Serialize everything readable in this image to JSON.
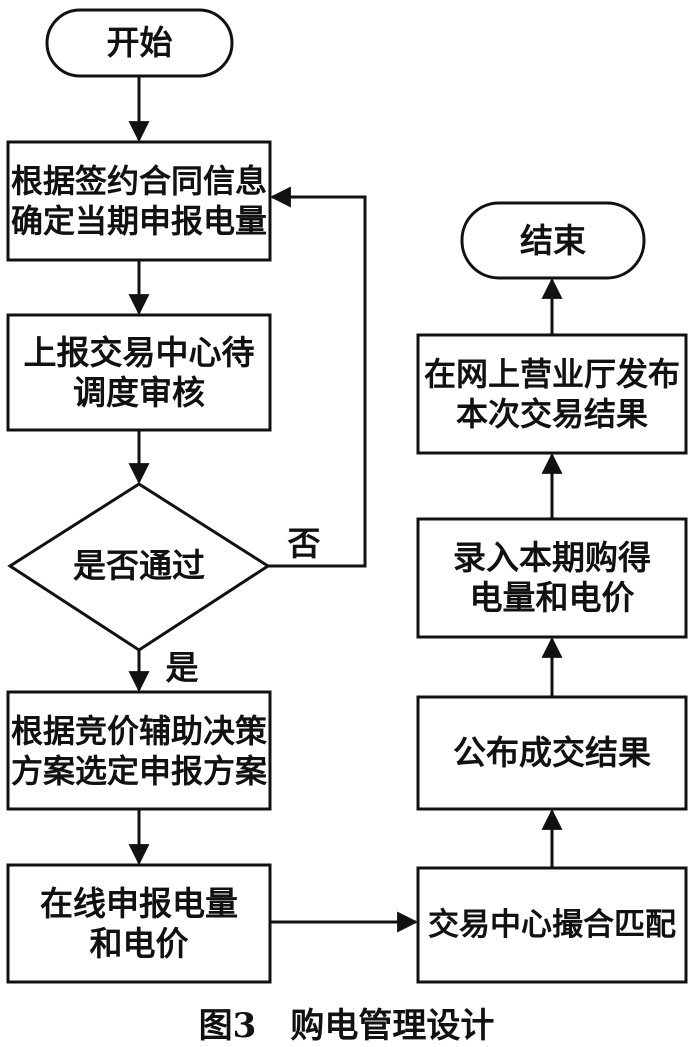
{
  "flowchart": {
    "start": "开始",
    "step_sign_contract": "根据签约合同信息\n确定当期申报电量",
    "step_submit_center": "上报交易中心待\n调度审核",
    "decision_pass": "是否通过",
    "label_no": "否",
    "label_yes": "是",
    "step_select_plan": "根据竞价辅助决策\n方案选定申报方案",
    "step_online_declare": "在线申报电量\n和电价",
    "step_match": "交易中心撮合匹配",
    "step_publish_result": "公布成交结果",
    "step_record": "录入本期购得\n电量和电价",
    "step_release": "在网上营业厅发布\n本次交易结果",
    "end": "结束"
  },
  "caption": "图3　购电管理设计",
  "colors": {
    "stroke": "#111111",
    "fill": "#ffffff"
  }
}
